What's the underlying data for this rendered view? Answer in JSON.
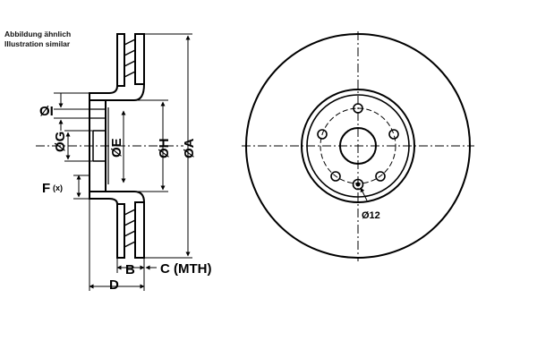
{
  "notes": {
    "line1": "Abbildung ähnlich",
    "line2": "Illustration similar"
  },
  "labels": {
    "dia_I": "ØI",
    "dia_G": "ØG",
    "dia_E": "ØE",
    "dia_H": "ØH",
    "dia_A": "ØA",
    "offset_F": "F",
    "offset_F_sub": "(x)",
    "width_B": "B",
    "width_C": "C (MTH)",
    "width_D": "D",
    "hole_dia": "Ø12"
  }
}
